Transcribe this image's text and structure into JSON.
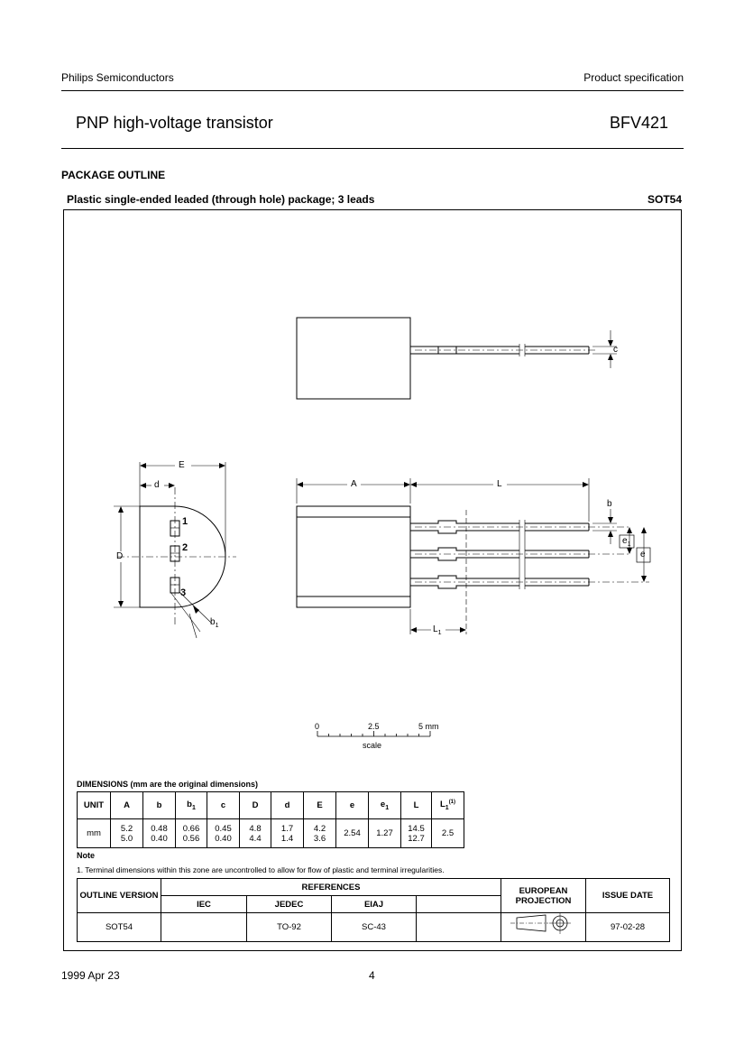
{
  "header": {
    "company": "Philips Semiconductors",
    "doc_type": "Product specification",
    "product_title": "PNP high-voltage transistor",
    "part_number": "BFV421"
  },
  "section": {
    "title": "PACKAGE OUTLINE",
    "package_desc": "Plastic single-ended leaded (through hole) package; 3 leads",
    "package_code": "SOT54"
  },
  "drawing": {
    "labels": {
      "c": "c",
      "E": "E",
      "d": "d",
      "D": "D",
      "A": "A",
      "L": "L",
      "b": "b",
      "e1": "e",
      "e1_sub": "1",
      "e": "e",
      "b1": "b",
      "b1_sub": "1",
      "L1": "L",
      "L1_sub": "1",
      "pin1": "1",
      "pin2": "2",
      "pin3": "3"
    },
    "scale": {
      "tick0": "0",
      "tick_mid": "2.5",
      "tick_end": "5 mm",
      "label": "scale"
    }
  },
  "dimensions": {
    "caption": "DIMENSIONS (mm are the original dimensions)",
    "headers": [
      "UNIT",
      "A",
      "b",
      "b",
      "c",
      "D",
      "d",
      "E",
      "e",
      "e",
      "L",
      "L"
    ],
    "header_subs": [
      "",
      "",
      "",
      "1",
      "",
      "",
      "",
      "",
      "",
      "1",
      "",
      "1"
    ],
    "header_sups": [
      "",
      "",
      "",
      "",
      "",
      "",
      "",
      "",
      "",
      "",
      "",
      "(1)"
    ],
    "row": [
      [
        "mm"
      ],
      [
        "5.2",
        "5.0"
      ],
      [
        "0.48",
        "0.40"
      ],
      [
        "0.66",
        "0.56"
      ],
      [
        "0.45",
        "0.40"
      ],
      [
        "4.8",
        "4.4"
      ],
      [
        "1.7",
        "1.4"
      ],
      [
        "4.2",
        "3.6"
      ],
      [
        "2.54"
      ],
      [
        "1.27"
      ],
      [
        "14.5",
        "12.7"
      ],
      [
        "2.5"
      ]
    ]
  },
  "note": {
    "title": "Note",
    "text": "1. Terminal dimensions within this zone are uncontrolled to allow for flow of plastic and terminal irregularities."
  },
  "references": {
    "outline_version_label": "OUTLINE VERSION",
    "references_label": "REFERENCES",
    "iec_label": "IEC",
    "jedec_label": "JEDEC",
    "eiaj_label": "EIAJ",
    "projection_label": "EUROPEAN PROJECTION",
    "issue_date_label": "ISSUE DATE",
    "outline_version": "SOT54",
    "iec": "",
    "jedec": "TO-92",
    "eiaj": "SC-43",
    "blank": "",
    "issue_date": "97-02-28"
  },
  "footer": {
    "date": "1999 Apr 23",
    "page": "4"
  }
}
